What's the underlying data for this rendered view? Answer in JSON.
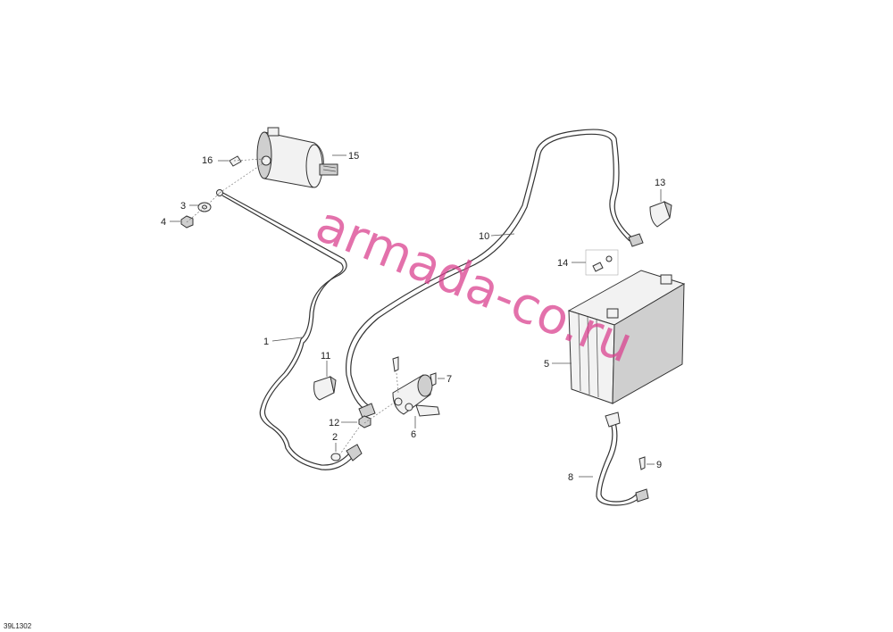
{
  "callouts": [
    {
      "id": "1",
      "label": "1"
    },
    {
      "id": "2",
      "label": "2"
    },
    {
      "id": "3",
      "label": "3"
    },
    {
      "id": "4",
      "label": "4"
    },
    {
      "id": "5",
      "label": "5"
    },
    {
      "id": "6",
      "label": "6"
    },
    {
      "id": "7",
      "label": "7"
    },
    {
      "id": "8",
      "label": "8"
    },
    {
      "id": "9",
      "label": "9"
    },
    {
      "id": "10",
      "label": "10"
    },
    {
      "id": "11",
      "label": "11"
    },
    {
      "id": "12",
      "label": "12"
    },
    {
      "id": "13",
      "label": "13"
    },
    {
      "id": "14",
      "label": "14"
    },
    {
      "id": "15",
      "label": "15"
    },
    {
      "id": "16",
      "label": "16"
    }
  ],
  "watermark": "armada-co.ru",
  "reference_code": "39L1302"
}
